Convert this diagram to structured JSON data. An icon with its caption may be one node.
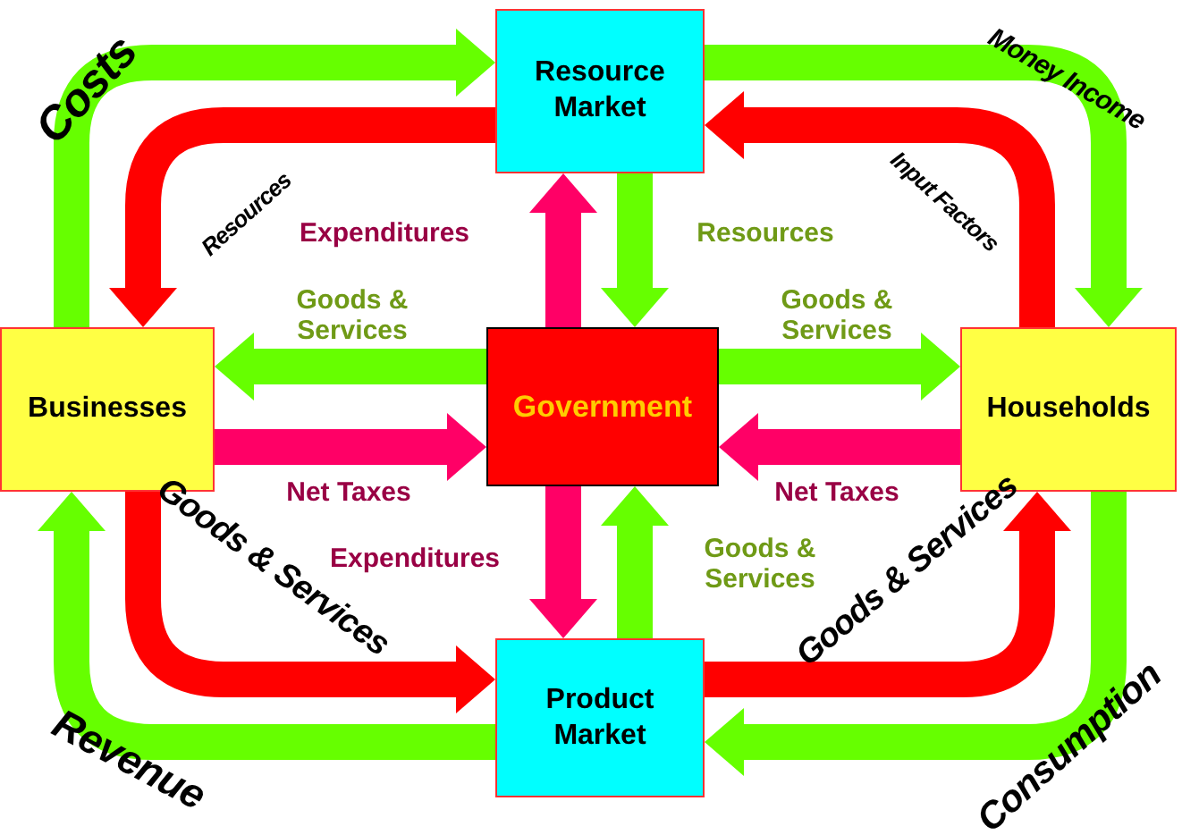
{
  "diagram": {
    "nodes": [
      {
        "text": [
          "Resource Market"
        ]
      },
      {
        "text": [
          "Businesses"
        ]
      },
      {
        "text": [
          "Government"
        ]
      },
      {
        "text": [
          "Households"
        ]
      },
      {
        "text": [
          "Product Market"
        ]
      }
    ],
    "edges": [
      {
        "from": 1,
        "to": 0,
        "arrow": "to",
        "label": "Costs"
      },
      {
        "from": 0,
        "to": 1,
        "arrow": "to",
        "label": "Resources",
        "color": "#ff0000"
      },
      {
        "from": 0,
        "to": 3,
        "arrow": "to",
        "label": "Money Income"
      },
      {
        "from": 3,
        "to": 0,
        "arrow": "to",
        "label": "Input Factors",
        "color": "#ff0000"
      },
      {
        "from": 2,
        "to": 0,
        "arrow": "to",
        "label": "Expenditures",
        "color": "#ff0066"
      },
      {
        "from": 0,
        "to": 2,
        "arrow": "to",
        "label": "Resources"
      },
      {
        "from": 2,
        "to": 1,
        "arrow": "to",
        "label": "Goods & Services"
      },
      {
        "from": 2,
        "to": 3,
        "arrow": "to",
        "label": "Goods & Services"
      },
      {
        "from": 1,
        "to": 2,
        "arrow": "to",
        "label": "Net Taxes",
        "color": "#ff0066"
      },
      {
        "from": 3,
        "to": 2,
        "arrow": "to",
        "label": "Net Taxes",
        "color": "#ff0066"
      },
      {
        "from": 2,
        "to": 4,
        "arrow": "to",
        "label": "Expenditures",
        "color": "#ff0066"
      },
      {
        "from": 4,
        "to": 2,
        "arrow": "to",
        "label": "Goods & Services"
      },
      {
        "from": 1,
        "to": 4,
        "arrow": "to",
        "label": "Goods & Services",
        "color": "#ff0000"
      },
      {
        "from": 4,
        "to": 1,
        "arrow": "to",
        "label": "Revenue"
      },
      {
        "from": 4,
        "to": 3,
        "arrow": "to",
        "label": "Goods & Services",
        "color": "#ff0000"
      },
      {
        "from": 3,
        "to": 4,
        "arrow": "to",
        "label": "Consumption"
      }
    ]
  }
}
